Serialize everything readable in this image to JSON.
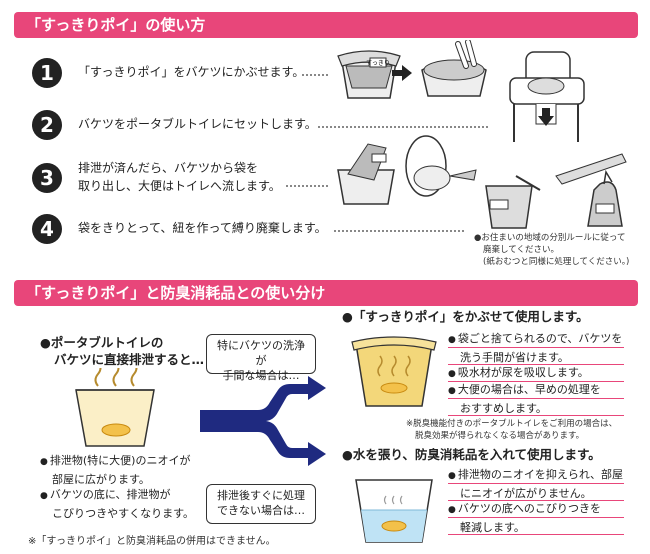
{
  "section1": {
    "title": "「すっきりポイ」の使い方"
  },
  "steps": [
    {
      "num": "1",
      "text": [
        "「すっきりポイ」をバケツにかぶせます。"
      ]
    },
    {
      "num": "2",
      "text": [
        "バケツをポータブルトイレにセットします。"
      ]
    },
    {
      "num": "3",
      "text": [
        "排泄が済んだら、バケツから袋を",
        "取り出し、大便はトイレへ流します。"
      ]
    },
    {
      "num": "4",
      "text": [
        "袋をきりとって、紐を作って縛り廃棄します。"
      ]
    }
  ],
  "disposal_note": [
    "●お住まいの地域の分別ルールに従って",
    "廃棄してください。",
    "(紙おむつと同様に処理してください。)"
  ],
  "bag_label": "すっきり",
  "section2": {
    "title": "「すっきりポイ」と防臭消耗品との使い分け"
  },
  "left": {
    "heading": [
      "●ポータブルトイレの",
      "バケツに直接排泄すると…"
    ],
    "bullets": [
      [
        "排泄物(特に大便)のニオイが",
        "部屋に広がります。"
      ],
      [
        "バケツの底に、排泄物が",
        "こびりつきやすくなります。"
      ]
    ]
  },
  "callouts": {
    "top": [
      "特にバケツの洗浄が",
      "手間な場合は…"
    ],
    "bottom": [
      "排泄後すぐに処理",
      "できない場合は…"
    ]
  },
  "right_top": {
    "heading": "●「すっきりポイ」をかぶせて使用します。",
    "bullets": [
      [
        "袋ごと捨てられるので、バケツを",
        "洗う手間が省けます。"
      ],
      [
        "吸水材が尿を吸収します。"
      ],
      [
        "大便の場合は、早めの処理を",
        "おすすめします。"
      ]
    ],
    "note": [
      "※脱臭機能付きのポータブルトイレをご利用の場合は、",
      "脱臭効果が得られなくなる場合があります。"
    ]
  },
  "right_bottom": {
    "heading": "●水を張り、防臭消耗品を入れて使用します。",
    "bullets": [
      [
        "排泄物のニオイを抑えられ、部屋",
        "にニオイが広がりません。"
      ],
      [
        "バケツの底へのこびりつきを",
        "軽減します。"
      ]
    ]
  },
  "footnote": "※「すっきりポイ」と防臭消耗品の併用はできません。",
  "colors": {
    "accent": "#e8467a",
    "arrow": "#1f2a80",
    "bag": "#f3d77a",
    "water": "#bfe3f5"
  }
}
